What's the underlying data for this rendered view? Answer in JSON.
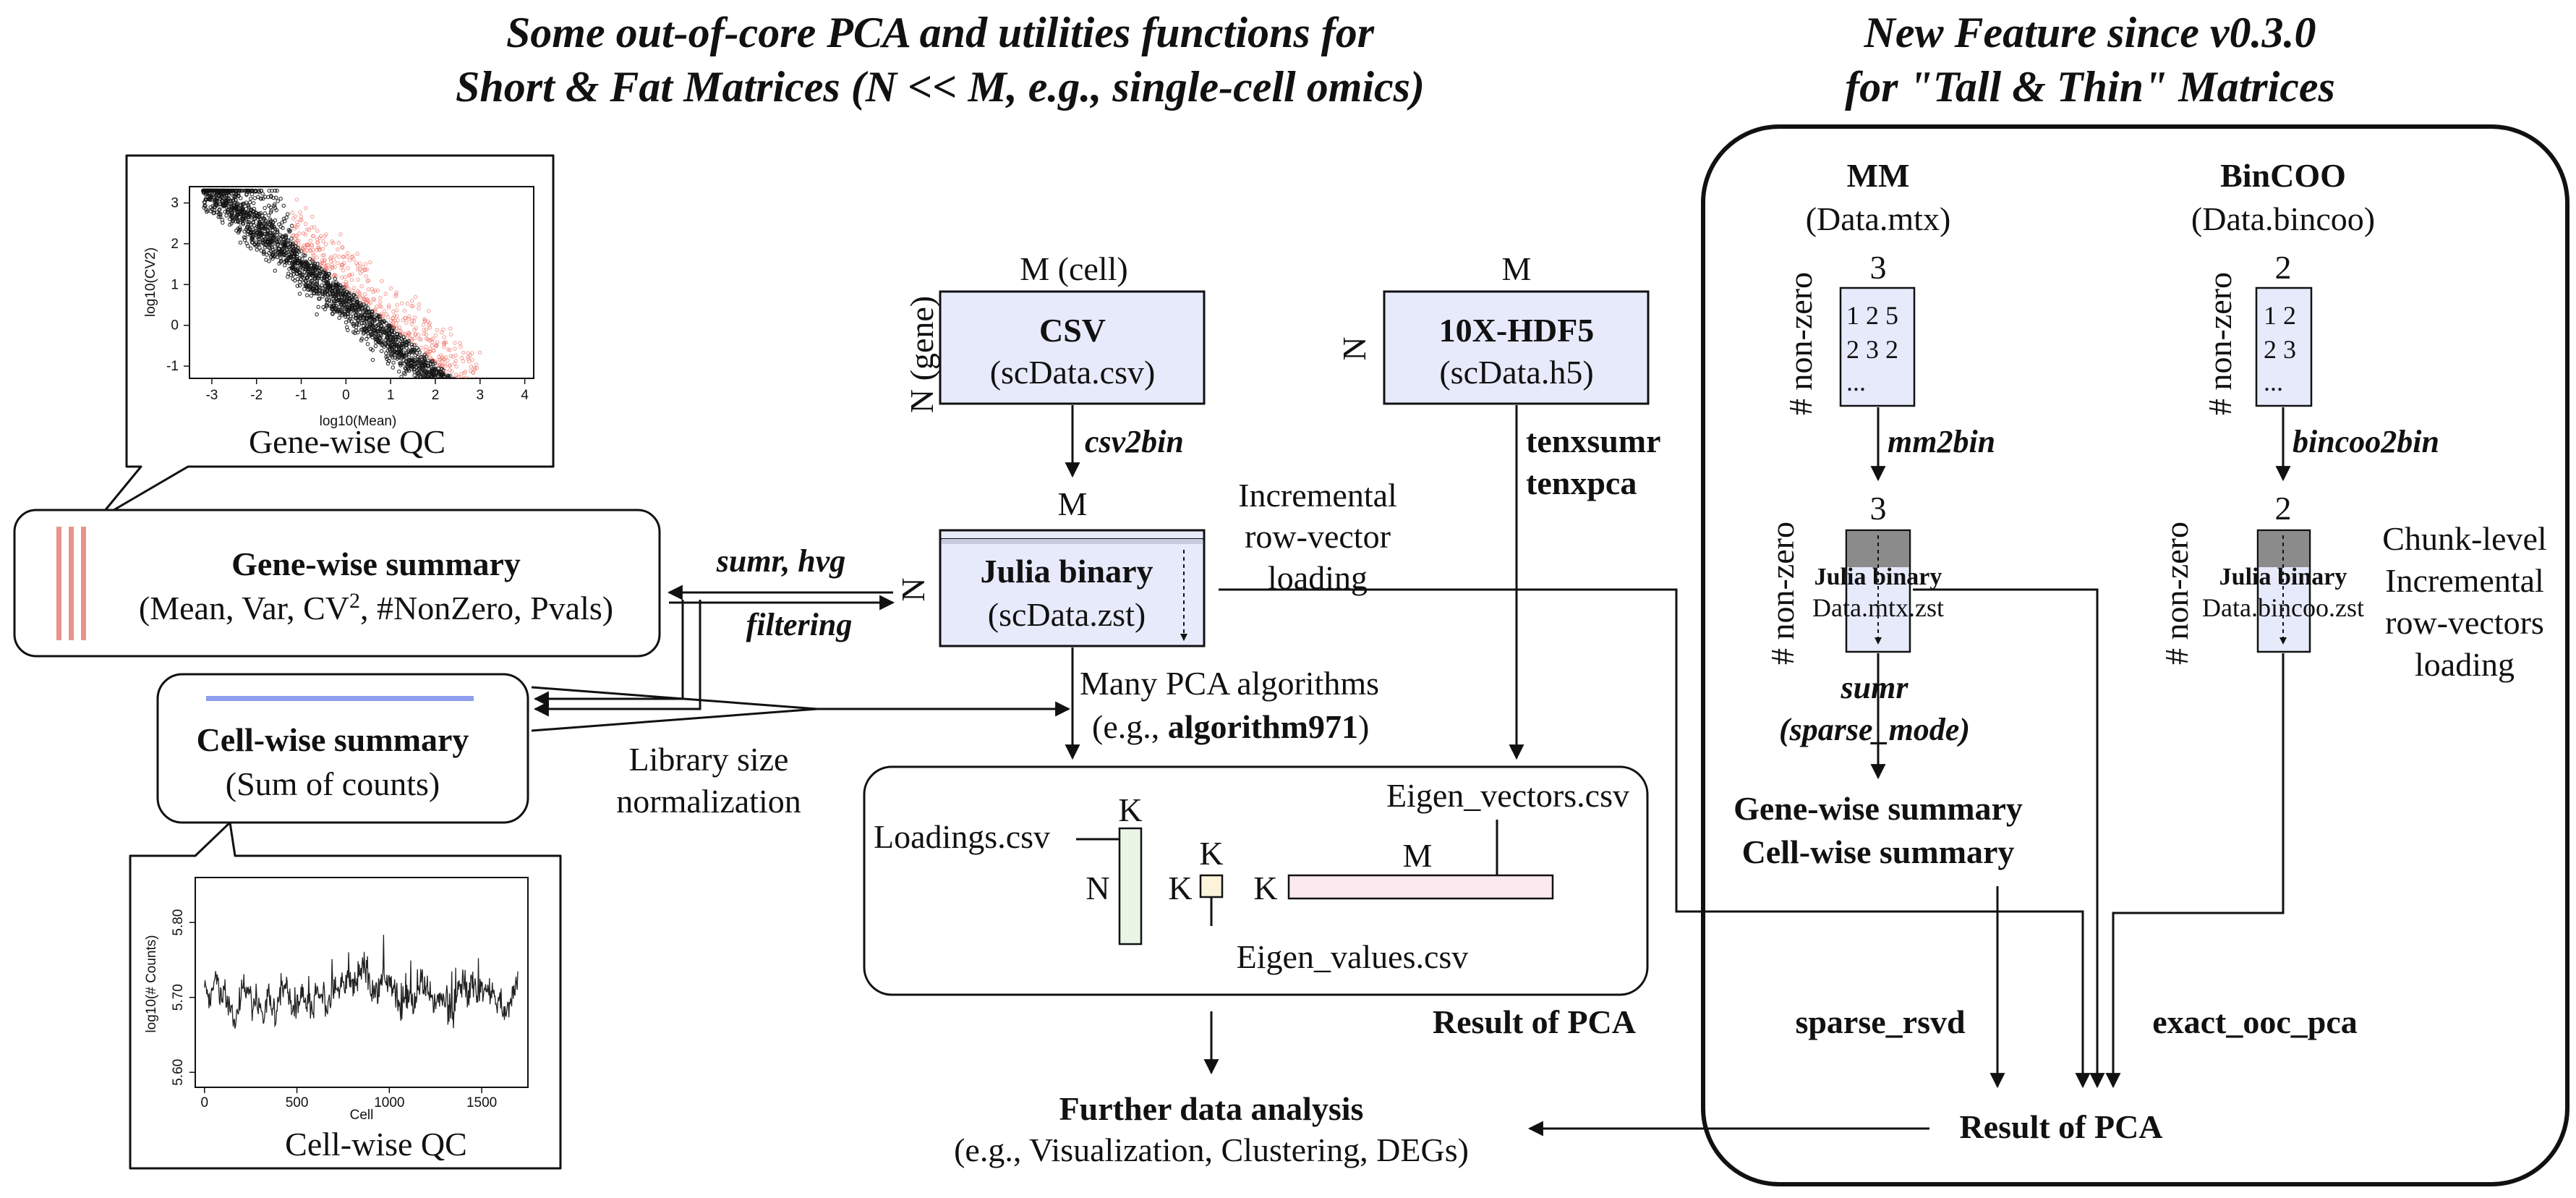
{
  "titles": {
    "left_line1": "Some out-of-core PCA and utilities functions for",
    "left_line2": "Short & Fat Matrices (N << M, e.g., single-cell omics)",
    "right_line1": "New Feature since v0.3.0",
    "right_line2": "for \"Tall & Thin\" Matrices"
  },
  "gene_qc": {
    "caption": "Gene-wise QC",
    "xlabel": "log10(Mean)",
    "ylabel": "log10(CV2)",
    "xticks": [
      "-3",
      "-2",
      "-1",
      "0",
      "1",
      "2",
      "3",
      "4"
    ],
    "yticks": [
      "3",
      "2",
      "1",
      "0",
      "-1"
    ]
  },
  "cell_qc": {
    "caption": "Cell-wise QC",
    "xlabel": "Cell",
    "ylabel": "log10(# Counts)",
    "xticks": [
      "0",
      "500",
      "1000",
      "1500"
    ],
    "yticks": [
      "5.80",
      "5.70",
      "5.60"
    ]
  },
  "gene_summary": {
    "title": "Gene-wise summary",
    "detail_prefix": "(Mean, Var, CV",
    "detail_sup": "2",
    "detail_suffix": ", #NonZero, Pvals)"
  },
  "cell_summary": {
    "title": "Cell-wise summary",
    "detail": "(Sum of counts)"
  },
  "labels": {
    "sumr_hvg": "sumr, hvg",
    "filtering": "filtering",
    "lib_norm_1": "Library size",
    "lib_norm_2": "normalization",
    "csv2bin": "csv2bin",
    "incremental_1": "Incremental",
    "incremental_2": "row-vector",
    "incremental_3": "loading",
    "tenxsumr": "tenxsumr",
    "tenxpca": "tenxpca",
    "many_pca": "Many PCA algorithms",
    "eg_prefix": "(e.g., ",
    "eg_algo": "algorithm971",
    "eg_suffix": ")"
  },
  "csv": {
    "top": "M (cell)",
    "side": "N (gene)",
    "title": "CSV",
    "file": "(scData.csv)"
  },
  "hdf5": {
    "top": "M",
    "side": "N",
    "title": "10X-HDF5",
    "file": "(scData.h5)"
  },
  "julia": {
    "top": "M",
    "side": "N",
    "title": "Julia binary",
    "file": "(scData.zst)"
  },
  "pca_result": {
    "loadings": "Loadings.csv",
    "k1": "K",
    "n": "N",
    "k2": "K",
    "k3": "K",
    "k4": "K",
    "m": "M",
    "eigen_vectors": "Eigen_vectors.csv",
    "eigen_values": "Eigen_values.csv",
    "caption": "Result of PCA"
  },
  "further": {
    "title": "Further data analysis",
    "detail": "(e.g., Visualization, Clustering, DEGs)"
  },
  "tall": {
    "mm_title": "MM",
    "mm_file": "(Data.mtx)",
    "mm_cols": "3",
    "mm_row1": "1 2 5",
    "mm_row2": "2 3 2",
    "mm_row3": "...",
    "nonzero": "# non-zero",
    "mm2bin": "mm2bin",
    "mm_bin_cols": "3",
    "mm_bin_title": "Julia binary",
    "mm_bin_file": "Data.mtx.zst",
    "sumr": "sumr",
    "sparse_mode": "(sparse_mode)",
    "gene_summary": "Gene-wise summary",
    "cell_summary": "Cell-wise summary",
    "sparse_rsvd": "sparse_rsvd",
    "bincoo_title": "BinCOO",
    "bincoo_file": "(Data.bincoo)",
    "bincoo_cols": "2",
    "bincoo_row1": "1 2",
    "bincoo_row2": "2 3",
    "bincoo_row3": "...",
    "bincoo2bin": "bincoo2bin",
    "bincoo_bin_cols": "2",
    "bincoo_bin_title": "Julia binary",
    "bincoo_bin_file": "Data.bincoo.zst",
    "chunk_1": "Chunk-level",
    "chunk_2": "Incremental",
    "chunk_3": "row-vectors",
    "chunk_4": "loading",
    "exact_ooc_pca": "exact_ooc_pca",
    "result": "Result of PCA"
  },
  "colors": {
    "box_fill": "#e6eafb",
    "loadings_fill": "#e9f6e6",
    "eigvec_fill": "#fbe9ef",
    "eigval_fill": "#fbf3da",
    "gene_bar": "#e8938a",
    "cell_bar": "#8e9ff0",
    "dark_fill": "#8b8b8b",
    "qc_red": "#ef6b60"
  }
}
